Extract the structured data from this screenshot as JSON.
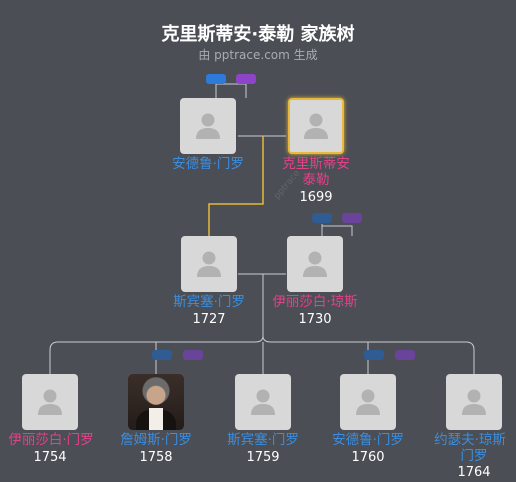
{
  "header": {
    "title": "克里斯蒂安·泰勒 家族树",
    "subtitle": "由 pptrace.com 生成"
  },
  "watermark": "pptrace",
  "colors": {
    "background": "#4b4e54",
    "male": "#3b8ee0",
    "female": "#e2428a",
    "highlight": "#e8b93a",
    "tag_blue": "#2c7ad9",
    "tag_purple": "#8e44c8"
  },
  "people": {
    "g1_father": {
      "name": "安德鲁·门罗",
      "year": ""
    },
    "g1_mother": {
      "name_line1": "克里斯蒂安",
      "name_line2": "泰勒",
      "year": "1699"
    },
    "g2_father": {
      "name": "斯宾塞·门罗",
      "year": "1727"
    },
    "g2_mother": {
      "name": "伊丽莎白·琼斯",
      "year": "1730"
    },
    "c1": {
      "name": "伊丽莎白·门罗",
      "year": "1754"
    },
    "c2": {
      "name": "詹姆斯·门罗",
      "year": "1758"
    },
    "c3": {
      "name": "斯宾塞·门罗",
      "year": "1759"
    },
    "c4": {
      "name": "安德鲁·门罗",
      "year": "1760"
    },
    "c5": {
      "name_line1": "约瑟夫·琼斯",
      "name_line2": "门罗",
      "year": "1764"
    }
  }
}
